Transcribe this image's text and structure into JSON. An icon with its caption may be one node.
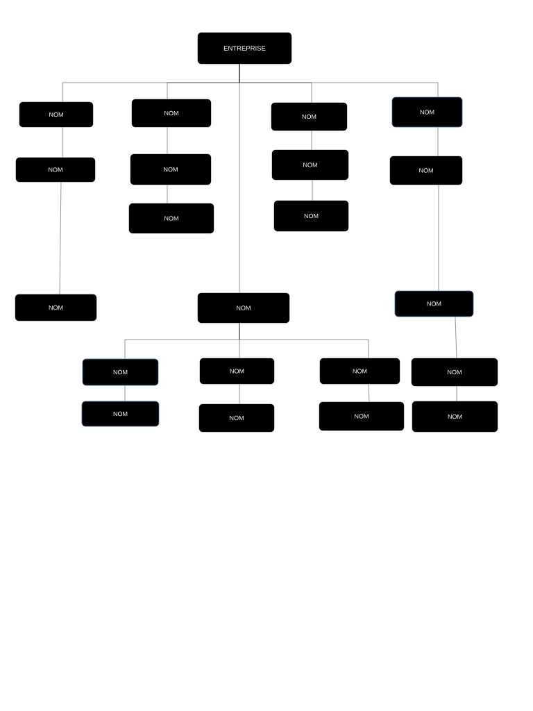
{
  "diagram": {
    "nodes": [
      {
        "text": [
          "ENTREPRISE"
        ]
      },
      {
        "text": [
          "NOM"
        ]
      },
      {
        "text": [
          "NOM"
        ]
      },
      {
        "text": [
          "NOM"
        ]
      },
      {
        "text": [
          "NOM"
        ]
      },
      {
        "text": [
          "NOM"
        ]
      },
      {
        "text": [
          "NOM"
        ]
      },
      {
        "text": [
          "NOM"
        ]
      },
      {
        "text": [
          "NOM"
        ]
      },
      {
        "text": [
          "NOM"
        ]
      },
      {
        "text": [
          "NOM"
        ]
      },
      {
        "text": [
          "NOM"
        ]
      },
      {
        "text": [
          "NOM"
        ]
      },
      {
        "text": [
          "NOM"
        ]
      },
      {
        "text": [
          "NOM"
        ]
      },
      {
        "text": [
          "NOM"
        ]
      },
      {
        "text": [
          "NOM"
        ]
      },
      {
        "text": [
          "NOM"
        ]
      },
      {
        "text": [
          "NOM"
        ]
      },
      {
        "text": [
          "NOM"
        ]
      },
      {
        "text": [
          "NOM"
        ]
      },
      {
        "text": [
          "NOM"
        ]
      }
    ],
    "edges": [
      {
        "from": 0,
        "to": 1,
        "arrow": "none"
      },
      {
        "from": 0,
        "to": 2,
        "arrow": "none"
      },
      {
        "from": 0,
        "to": 3,
        "arrow": "none"
      },
      {
        "from": 0,
        "to": 4,
        "arrow": "none"
      },
      {
        "from": 0,
        "to": 12,
        "arrow": "none"
      },
      {
        "from": 1,
        "to": 5,
        "arrow": "none"
      },
      {
        "from": 5,
        "to": 11,
        "arrow": "none"
      },
      {
        "from": 2,
        "to": 6,
        "arrow": "none"
      },
      {
        "from": 6,
        "to": 9,
        "arrow": "none"
      },
      {
        "from": 3,
        "to": 7,
        "arrow": "none"
      },
      {
        "from": 7,
        "to": 10,
        "arrow": "none"
      },
      {
        "from": 4,
        "to": 8,
        "arrow": "none"
      },
      {
        "from": 8,
        "to": 13,
        "arrow": "none"
      },
      {
        "from": 12,
        "to": 14,
        "arrow": "none"
      },
      {
        "from": 12,
        "to": 15,
        "arrow": "none"
      },
      {
        "from": 12,
        "to": 16,
        "arrow": "none"
      },
      {
        "from": 14,
        "to": 18,
        "arrow": "none"
      },
      {
        "from": 15,
        "to": 19,
        "arrow": "none"
      },
      {
        "from": 16,
        "to": 20,
        "arrow": "none"
      },
      {
        "from": 13,
        "to": 17,
        "arrow": "none"
      },
      {
        "from": 17,
        "to": 21,
        "arrow": "none"
      }
    ]
  }
}
